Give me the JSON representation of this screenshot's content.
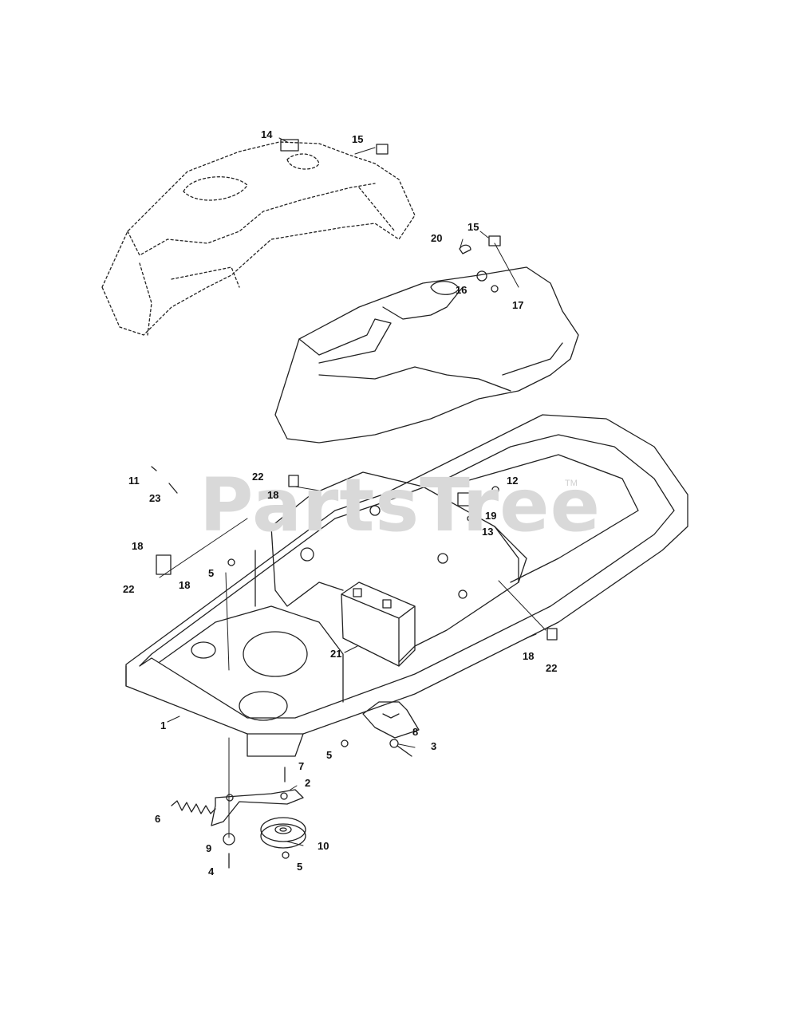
{
  "watermark": {
    "text": "PartsTree",
    "trademark": "TM"
  },
  "callouts": {
    "c1": "1",
    "c2": "2",
    "c3": "3",
    "c4": "4",
    "c5a": "5",
    "c5b": "5",
    "c5c": "5",
    "c6": "6",
    "c7": "7",
    "c8": "8",
    "c9": "9",
    "c10": "10",
    "c11": "11",
    "c12": "12",
    "c13": "13",
    "c14": "14",
    "c15a": "15",
    "c15b": "15",
    "c16": "16",
    "c17": "17",
    "c18a": "18",
    "c18b": "18",
    "c18c": "18",
    "c18d": "18",
    "c19": "19",
    "c20": "20",
    "c21": "21",
    "c22a": "22",
    "c22b": "22",
    "c22c": "22",
    "c23": "23"
  }
}
